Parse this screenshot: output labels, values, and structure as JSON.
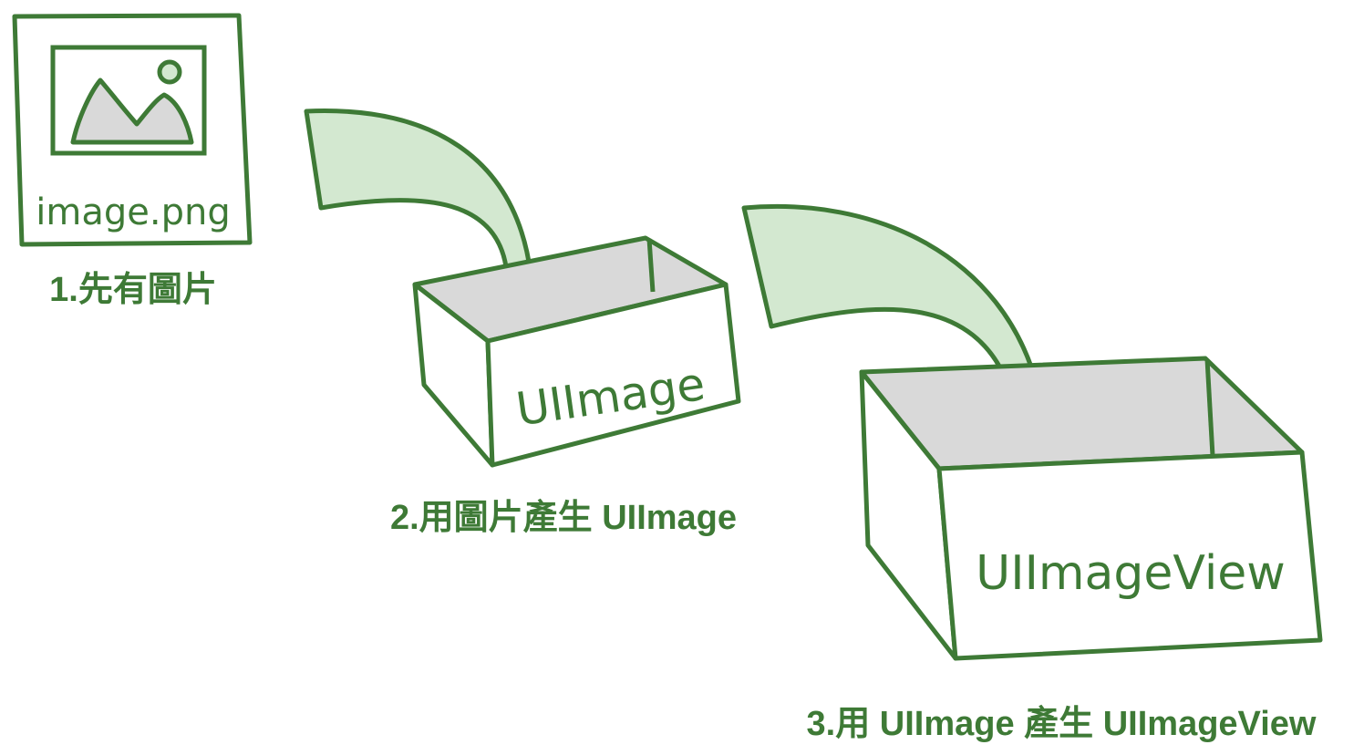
{
  "step1": {
    "file_label": "image.png",
    "caption": "1.先有圖片",
    "icon": "image-icon"
  },
  "step2": {
    "box_label": "UIImage",
    "caption": "2.用圖片產生 UIImage"
  },
  "step3": {
    "box_label": "UIImageView",
    "caption": "3.用 UIImage 產生 UIImageView"
  },
  "colors": {
    "stroke": "#3e7a36",
    "arrow_fill": "#d3e8d0",
    "box_inner": "#d9d9d9"
  }
}
